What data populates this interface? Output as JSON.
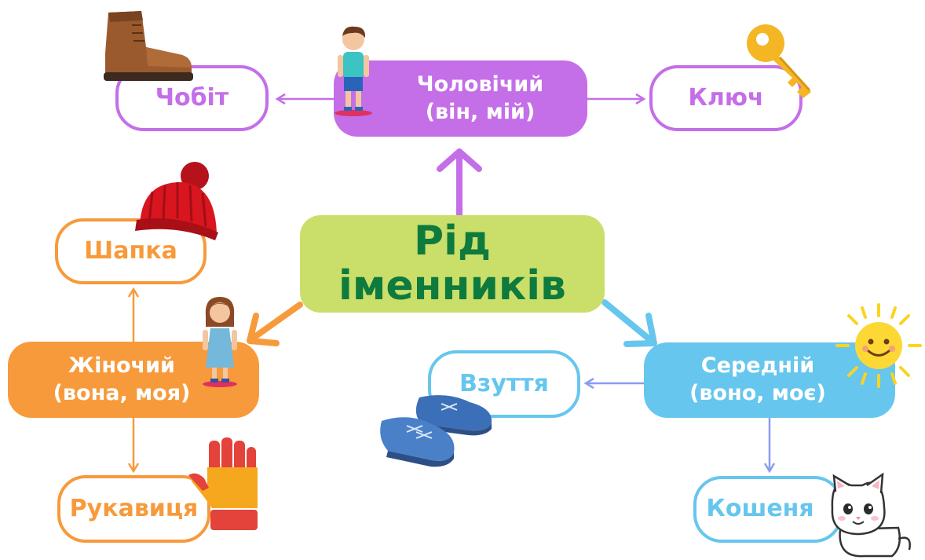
{
  "center": {
    "line1": "Рід",
    "line2": "іменників"
  },
  "masculine": {
    "title": "Чоловічий",
    "pronouns": "(він, мій)",
    "examples": [
      "Чобіт",
      "Ключ"
    ]
  },
  "feminine": {
    "title": "Жіночий",
    "pronouns": "(вона, моя)",
    "examples": [
      "Шапка",
      "Рукавиця"
    ]
  },
  "neuter": {
    "title": "Середній",
    "pronouns": "(воно, моє)",
    "examples": [
      "Взуття",
      "Кошеня"
    ]
  },
  "colors": {
    "masculine": "#c46ee8",
    "feminine": "#f79a3b",
    "neuter": "#66c6ee",
    "center": "#c9df6a",
    "center_text": "#0e7a3d"
  },
  "icons": [
    "boot-icon",
    "boy-icon",
    "key-icon",
    "hat-icon",
    "girl-icon",
    "glove-icon",
    "sneakers-icon",
    "sun-icon",
    "kitten-icon"
  ]
}
